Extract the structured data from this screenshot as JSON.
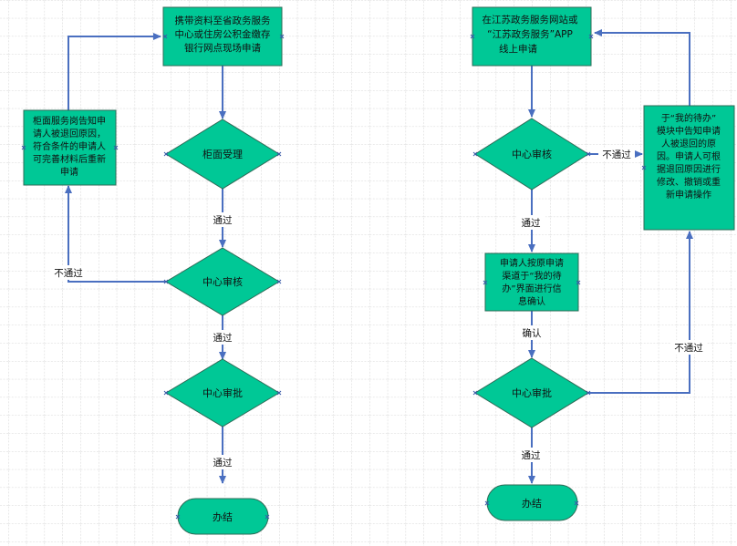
{
  "colors": {
    "node_fill": "#00c896",
    "node_stroke": "#2e6b57",
    "edge": "#4a6fc0",
    "grid": "#c8c8c8",
    "background": "#ffffff"
  },
  "left_flow": {
    "start_box": [
      "携带资料至省政务服务",
      "中心或住房公积金缴存",
      "银行网点现场申请"
    ],
    "counter_check": "柜面受理",
    "center_review": "中心审核",
    "center_approve": "中心审批",
    "finish": "办结",
    "return_box": [
      "柜面服务岗告知申",
      "请人被退回原因，",
      "符合条件的申请人",
      "可完善材料后重新",
      "申请"
    ],
    "label_pass_1": "通过",
    "label_pass_2": "通过",
    "label_pass_3": "通过",
    "label_fail": "不通过"
  },
  "right_flow": {
    "start_box": [
      "在江苏政务服务网站或",
      "“江苏政务服务”APP",
      "线上申请"
    ],
    "center_review": "中心审核",
    "confirm_box": [
      "申请人按原申请",
      "渠道于“我的待",
      "办”界面进行信",
      "息确认"
    ],
    "center_approve": "中心审批",
    "finish": "办结",
    "return_box": [
      "于“我的待办”",
      "模块中告知申请",
      "人被退回的原",
      "因。申请人可根",
      "据退回原因进行",
      "修改、撤销或重",
      "新申请操作"
    ],
    "label_pass_1": "通过",
    "label_confirm": "确认",
    "label_pass_2": "通过",
    "label_fail_1": "不通过",
    "label_fail_2": "不通过"
  }
}
